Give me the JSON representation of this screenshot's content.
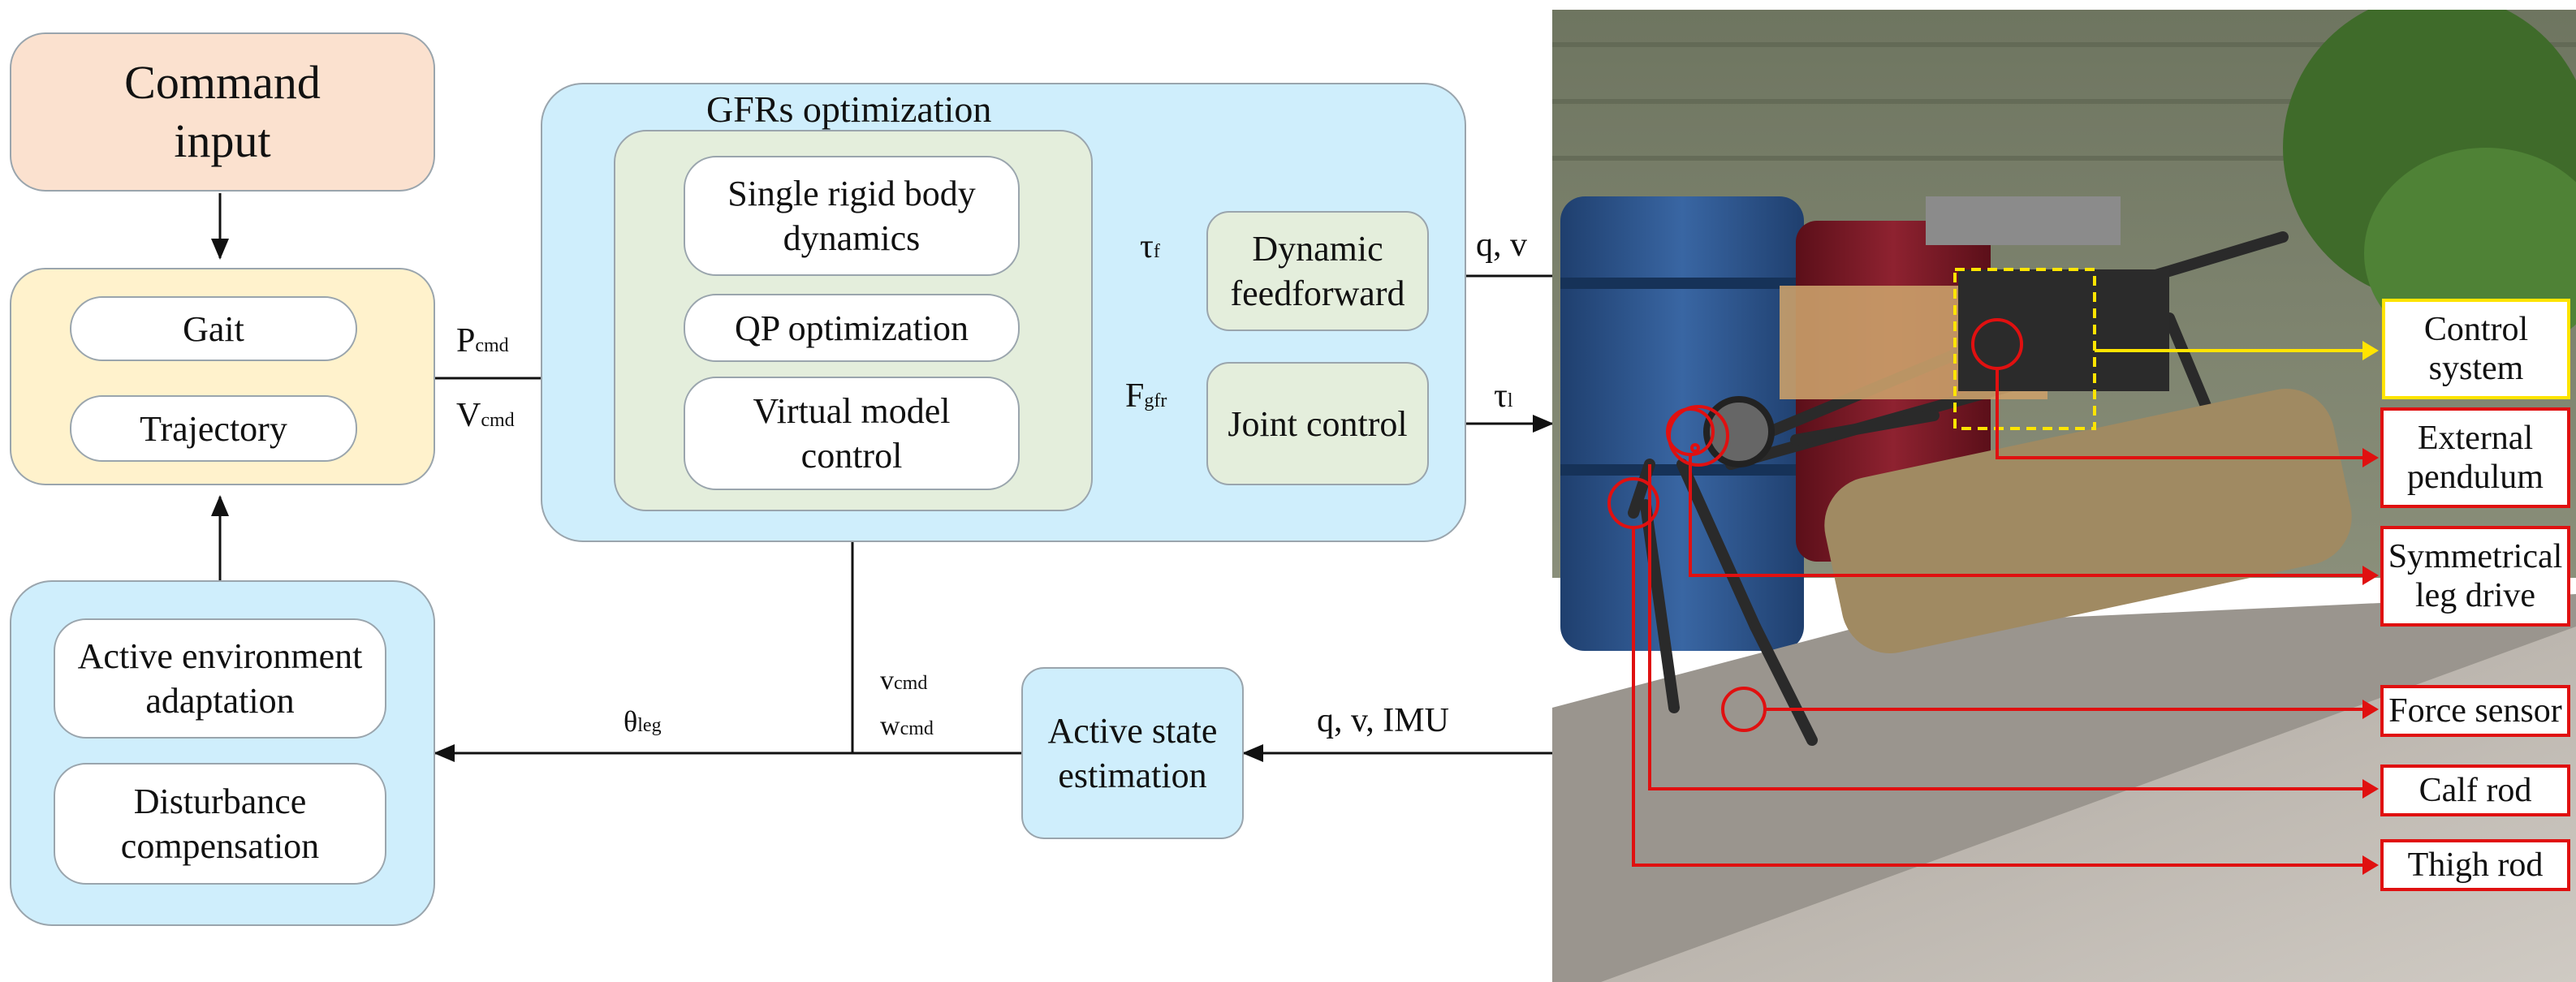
{
  "left": {
    "command_input": "Command\ninput",
    "gait": "Gait",
    "trajectory": "Trajectory",
    "active_env": "Active environment\nadaptation",
    "disturbance": "Disturbance\ncompensation"
  },
  "gfr": {
    "title": "GFRs optimization",
    "srbd": "Single rigid body\ndynamics",
    "qp": "QP optimization",
    "vmc": "Virtual model\ncontrol",
    "dyn_ff": "Dynamic\nfeedforward",
    "joint_control": "Joint control"
  },
  "ase": "Active state\nestimation",
  "signals": {
    "p": "P",
    "p_sub": "cmd",
    "v": "V",
    "v_sub": "cmd",
    "tau_f": "τ",
    "tau_f_sub": "f",
    "f_gfr": "F",
    "f_gfr_sub": "gfr",
    "tau_l": "τ",
    "tau_l_sub": "l",
    "q_v": "q, v",
    "q_v_imu": "q, v, IMU",
    "vcmd": "v",
    "vcmd_sub": "cmd",
    "wcmd": "w",
    "wcmd_sub": "cmd",
    "theta": "θ",
    "theta_sub": "leg"
  },
  "callouts": {
    "control_system": "Control\nsystem",
    "external_pendulum": "External\npendulum",
    "symmetrical_leg_drive": "Symmetrical\nleg drive",
    "force_sensor": "Force sensor",
    "calf_rod": "Calf rod",
    "thigh_rod": "Thigh rod"
  },
  "colors": {
    "command": "#fbe1cf",
    "yellow_panel": "#fff2cc",
    "blue_panel": "#cfeefc",
    "green_panel": "#e4eedc",
    "callout_red": "#e01010",
    "callout_yellow": "#ffe400"
  }
}
